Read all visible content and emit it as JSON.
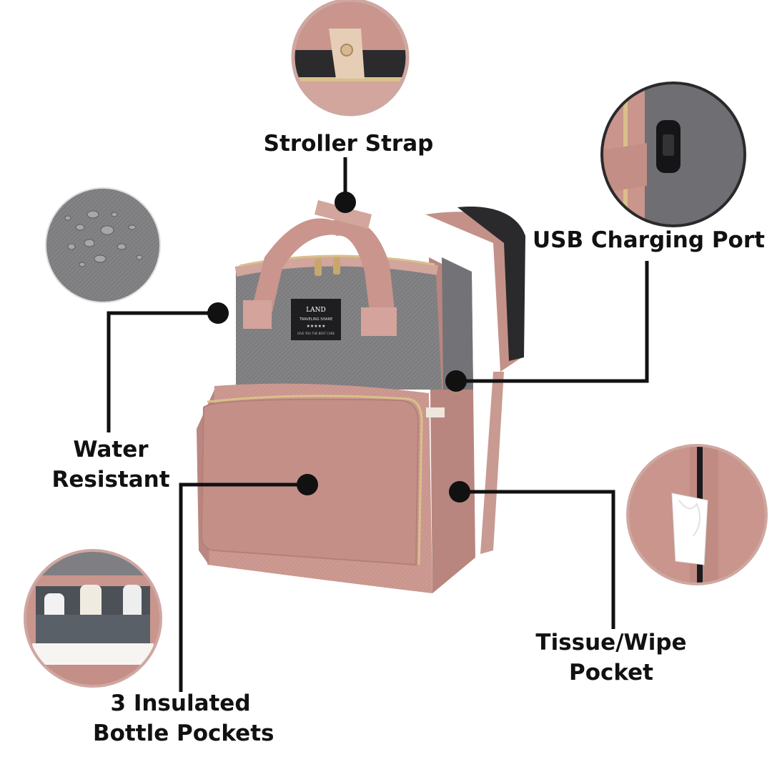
{
  "callouts": {
    "stroller_strap": {
      "label": "Stroller Strap"
    },
    "usb_port": {
      "label": "USB Charging Port"
    },
    "water_resistant": {
      "line1": "Water",
      "line2": "Resistant"
    },
    "tissue_pocket": {
      "line1": "Tissue/Wipe",
      "line2": "Pocket"
    },
    "bottle_pockets": {
      "line1": "3 Insulated",
      "line2": "Bottle Pockets"
    }
  },
  "bag": {
    "patch_title": "LAND",
    "patch_subtitle": "TRAVELING SHARE",
    "patch_stars": "★★★★★",
    "patch_tagline": "GIVE YOU THE BEST CARE"
  },
  "colors": {
    "pink": "#c9958d",
    "pink_light": "#dcb1a9",
    "pink_dark": "#a87770",
    "grey": "#808083",
    "grey_dark": "#5b5b5f",
    "black": "#111111",
    "gold": "#d9c08a",
    "ring": "#cfa7a1"
  }
}
